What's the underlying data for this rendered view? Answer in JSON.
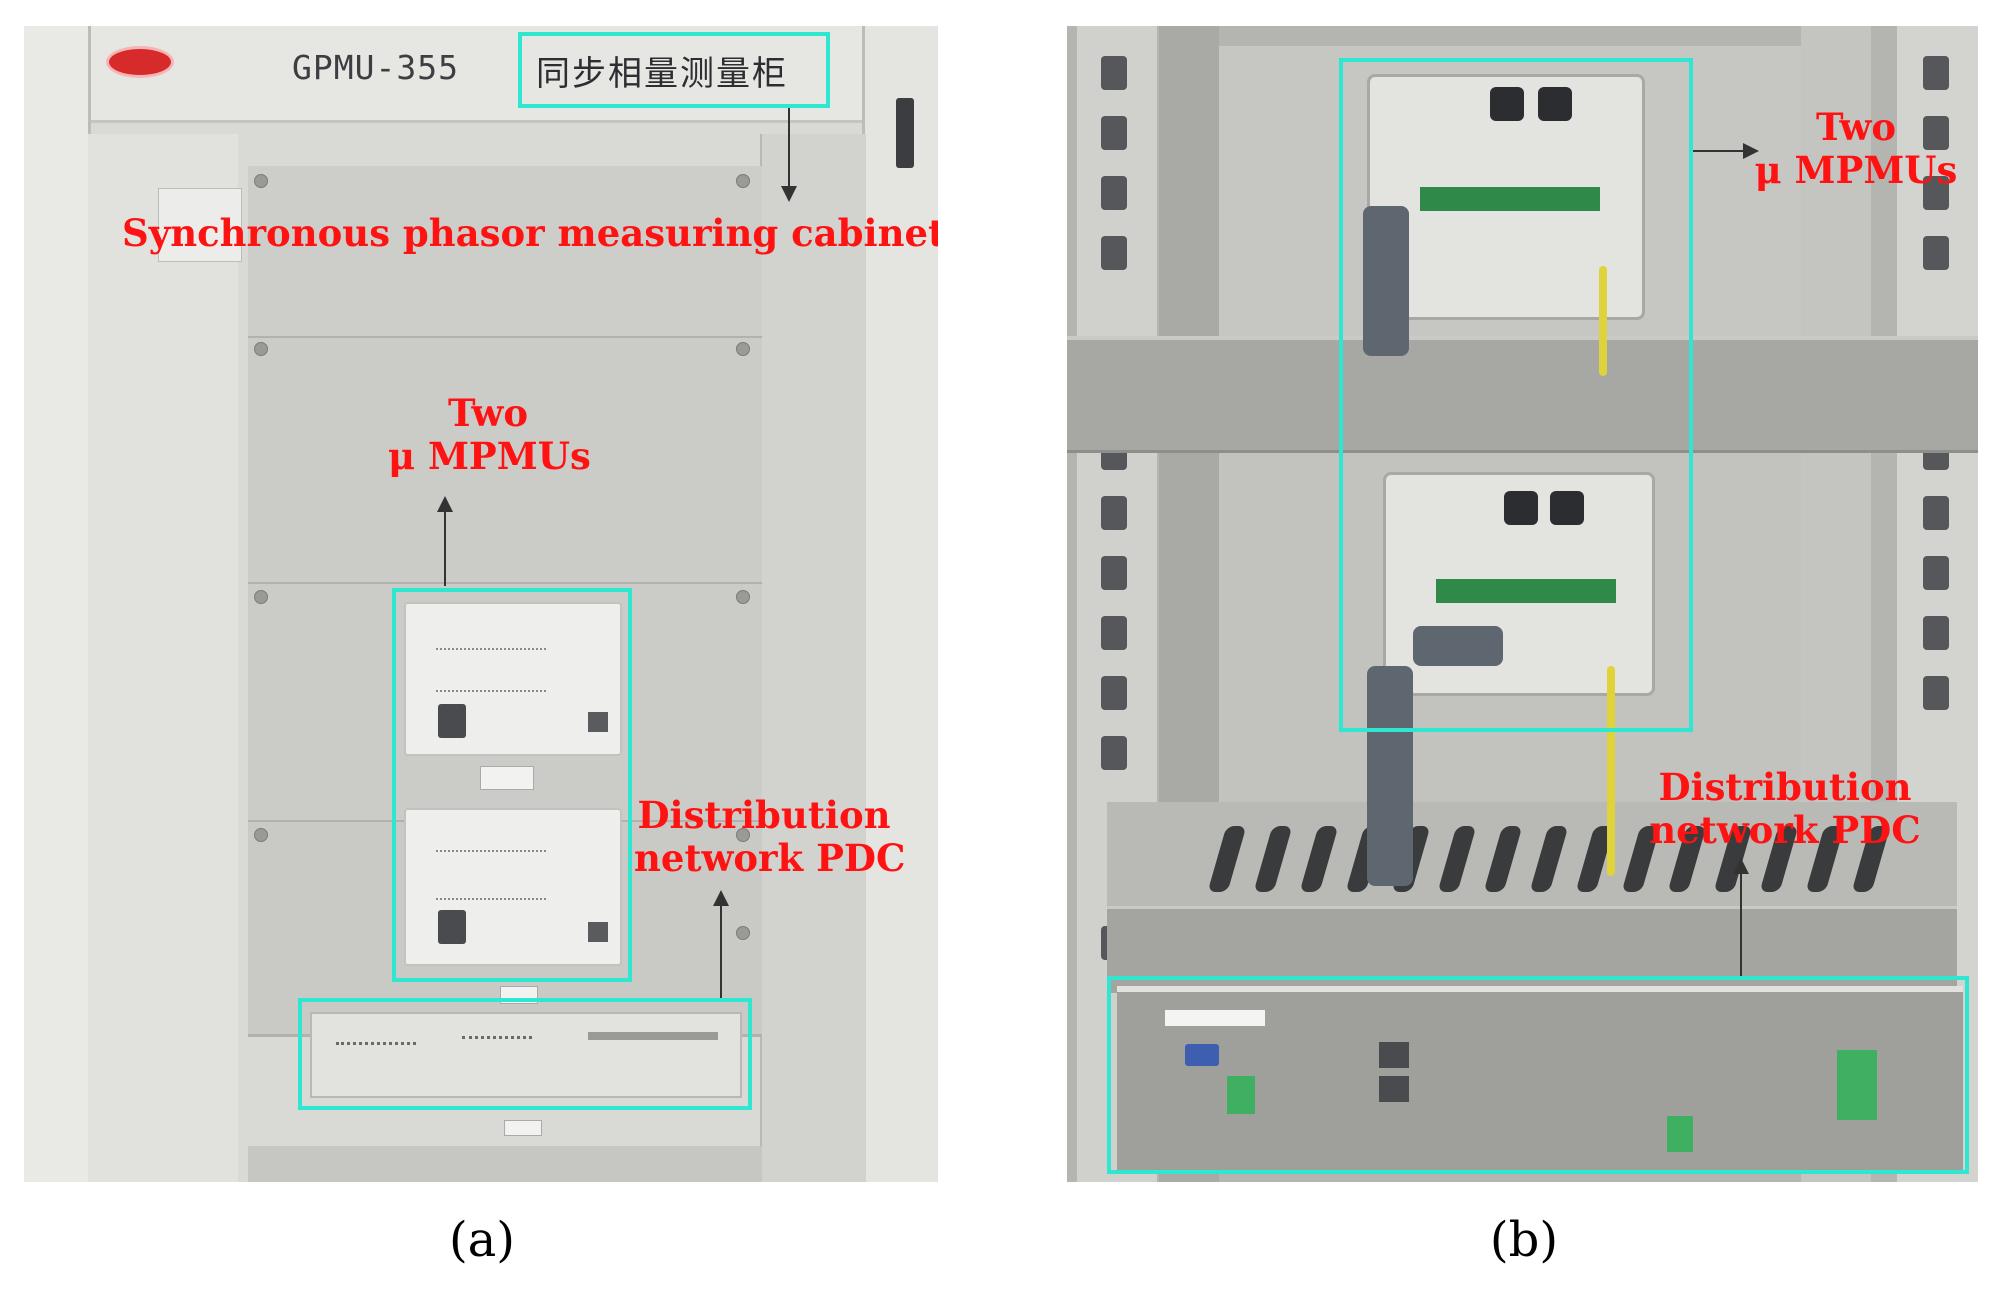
{
  "panel_a": {
    "model_label": "GPMU-355",
    "chinese_title": "同步相量测量柜",
    "label_cabinet": "Synchronous phasor measuring cabinet",
    "label_mpmu_line1": "Two",
    "label_mpmu_line2": "μ MPMUs",
    "label_pdc_line1": "Distribution",
    "label_pdc_line2": "network PDC",
    "caption": "(a)"
  },
  "panel_b": {
    "label_mpmu_line1": "Two",
    "label_mpmu_line2": "μ MPMUs",
    "label_pdc_line1": "Distribution",
    "label_pdc_line2": "network PDC",
    "caption": "(b)"
  },
  "colors": {
    "highlight": "#2fe6d0",
    "label_text": "#ff1212",
    "arrow": "#333333"
  }
}
